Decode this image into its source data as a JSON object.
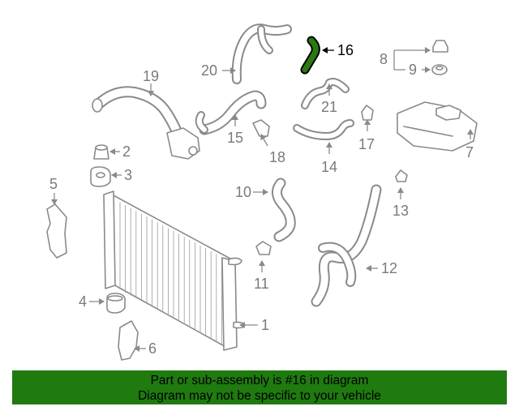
{
  "diagram": {
    "highlight_color": "#2a7a10",
    "callouts": {
      "c1": "1",
      "c2": "2",
      "c3": "3",
      "c4": "4",
      "c5": "5",
      "c6": "6",
      "c7": "7",
      "c8": "8",
      "c9": "9",
      "c10": "10",
      "c11": "11",
      "c12": "12",
      "c13": "13",
      "c14": "14",
      "c15": "15",
      "c16": "16",
      "c17": "17",
      "c18": "18",
      "c19": "19",
      "c20": "20",
      "c21": "21"
    }
  },
  "banner": {
    "background": "#1f7a10",
    "line1": "Part or sub-assembly is #16 in diagram",
    "line2": "Diagram may not be specific to your vehicle"
  }
}
